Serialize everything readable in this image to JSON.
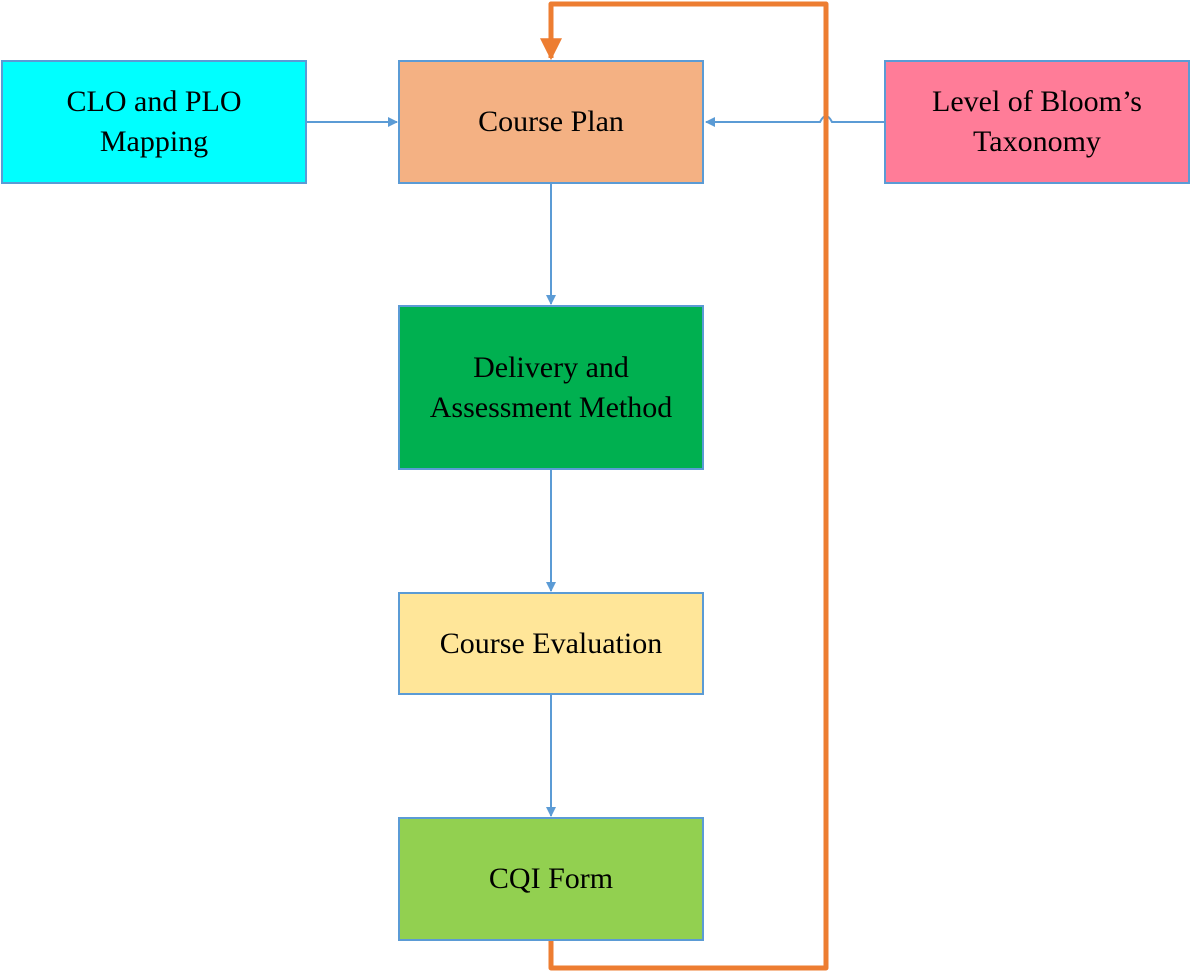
{
  "nodes": {
    "clo_plo": {
      "label": "CLO and PLO Mapping",
      "fill": "#00ffff"
    },
    "course_plan": {
      "label": "Course Plan",
      "fill": "#f4b183"
    },
    "blooms": {
      "label": "Level of Bloom’s Taxonomy",
      "fill": "#ff7c98"
    },
    "delivery": {
      "label": "Delivery and Assessment Method",
      "fill": "#00b050"
    },
    "evaluation": {
      "label": "Course Evaluation",
      "fill": "#ffe699"
    },
    "cqi": {
      "label": "CQI Form",
      "fill": "#92d050"
    }
  },
  "edges": [
    {
      "from": "clo_plo",
      "to": "course_plan",
      "color": "#5b9bd5"
    },
    {
      "from": "blooms",
      "to": "course_plan",
      "color": "#5b9bd5"
    },
    {
      "from": "course_plan",
      "to": "delivery",
      "color": "#5b9bd5"
    },
    {
      "from": "delivery",
      "to": "evaluation",
      "color": "#5b9bd5"
    },
    {
      "from": "evaluation",
      "to": "cqi",
      "color": "#5b9bd5"
    },
    {
      "from": "cqi",
      "to": "course_plan",
      "color": "#ed7d31",
      "kind": "feedback-loop"
    }
  ]
}
